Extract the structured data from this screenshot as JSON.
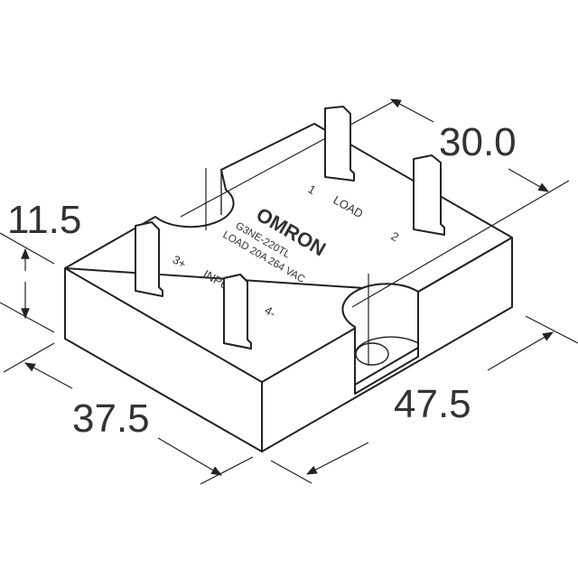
{
  "dimensions": {
    "height": "11.5",
    "width": "37.5",
    "length": "47.5",
    "terminal_spacing": "30.0"
  },
  "device": {
    "brand": "OMRON",
    "model": "G3NE-220TL",
    "rating": "LOAD 20A 264 VAC",
    "terminal_labels": {
      "t1": "1",
      "load": "LOAD",
      "t2": "2",
      "t3": "3+",
      "input": "INPUT",
      "t4": "4-"
    }
  }
}
